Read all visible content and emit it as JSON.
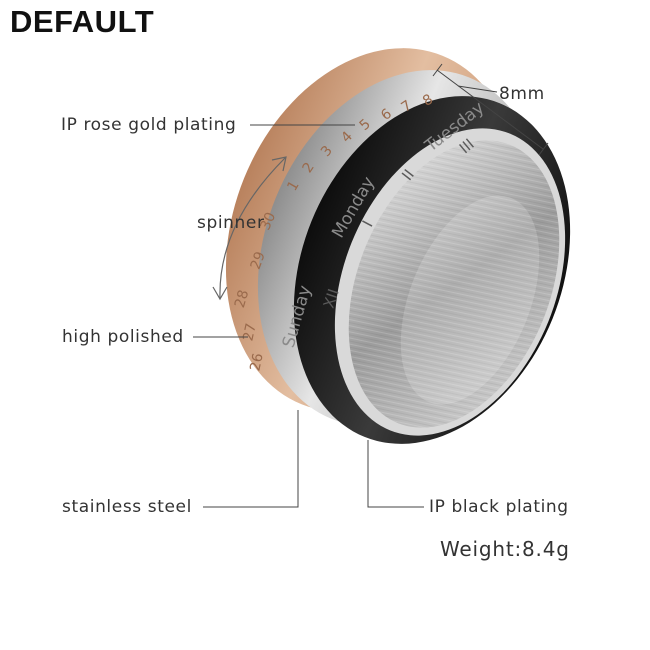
{
  "title": "DEFAULT",
  "labels": {
    "rose_gold": "IP rose gold plating",
    "width": "8mm",
    "spinner": "spinner",
    "polished": "high polished",
    "steel": "stainless steel",
    "black": "IP black plating",
    "weight": "Weight:8.4g"
  },
  "engraving": {
    "gold_numbers": [
      "26",
      "27",
      "28",
      "29",
      "30",
      "1",
      "2",
      "3",
      "4",
      "5",
      "6",
      "7",
      "8"
    ],
    "silver_days": [
      "Sunday",
      "Monday",
      "Tuesday"
    ],
    "black_numerals": [
      "XII",
      "I",
      "II",
      "III"
    ]
  },
  "colors": {
    "rose_gold": "#d4a584",
    "silver": "#c9c9c9",
    "black_band": "#1c1c1c",
    "inner_steel": "#a9a9a9",
    "line": "#444444"
  }
}
